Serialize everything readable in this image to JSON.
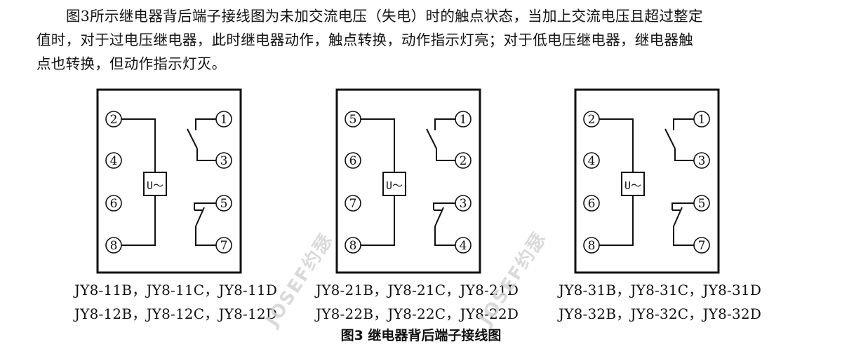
{
  "paragraph": {
    "line1": "图3所示继电器背后端子接线图为未加交流电压（失电）时的触点状态，当加上交流电压且超过整定",
    "line2": "值时，对于过电压继电器，此时继电器动作，触点转换，动作指示灯亮；对于低电压继电器，继电器触",
    "line3": "点也转换，但动作指示灯灭。"
  },
  "diagrams": [
    {
      "coil_label": "U～",
      "left_terminals": [
        "2",
        "4",
        "6",
        "8"
      ],
      "right_terminals": [
        "1",
        "3",
        "5",
        "7"
      ],
      "models_line1": "JY8-11B，JY8-11C，JY8-11D",
      "models_line2": "JY8-12B，JY8-12C，JY8-12D"
    },
    {
      "coil_label": "U～",
      "left_terminals": [
        "5",
        "6",
        "7",
        "8"
      ],
      "right_terminals": [
        "1",
        "2",
        "3",
        "4"
      ],
      "models_line1": "JY8-21B，JY8-21C，JY8-21D",
      "models_line2": "JY8-22B，JY8-22C，JY8-22D"
    },
    {
      "coil_label": "U～",
      "left_terminals": [
        "2",
        "4",
        "6",
        "8"
      ],
      "right_terminals": [
        "1",
        "3",
        "5",
        "7"
      ],
      "models_line1": "JY8-31B，JY8-31C，JY8-31D",
      "models_line2": "JY8-32B，JY8-32C，JY8-32D"
    }
  ],
  "caption": "图3 继电器背后端子接线图",
  "watermark": "JOSEF约瑟"
}
